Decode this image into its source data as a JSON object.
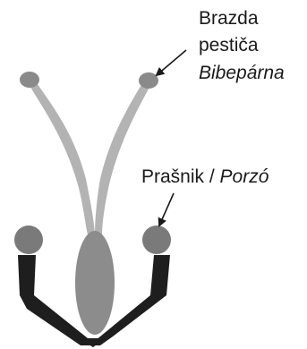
{
  "labels": {
    "stigma": {
      "line1": "Brazda",
      "line2": "pestiča",
      "line3": "Bibepárna"
    },
    "anther": {
      "text": "Prašnik / ",
      "italic": "Porzó"
    }
  },
  "colors": {
    "stigma_head": "#8a8a8a",
    "style_branch": "#b3b3b3",
    "ovary": "#8c8c8c",
    "anther": "#7a7a7a",
    "filament": "#1e1e1e",
    "arrow": "#1a1a1a"
  }
}
